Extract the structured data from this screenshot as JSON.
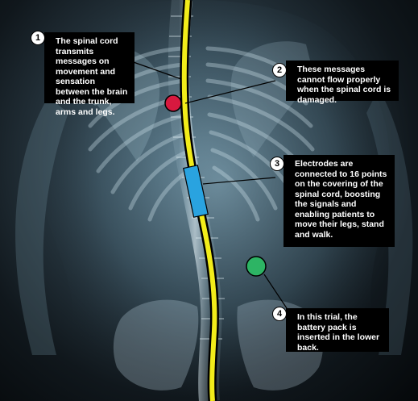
{
  "callouts": [
    {
      "number": "1",
      "text": "The spinal cord transmits messages on movement and sensation between the brain and the trunk, arms and legs."
    },
    {
      "number": "2",
      "text": "These messages cannot flow properly when the spinal cord is damaged."
    },
    {
      "number": "3",
      "text": "Electrodes are connected to 16 points on the covering of the spinal cord, boosting the signals and enabling patients to move their legs, stand and walk."
    },
    {
      "number": "4",
      "text": "In this trial, the battery pack is inserted in the lower back."
    }
  ],
  "colors": {
    "spinal_cord": "#f2ec1a",
    "damage_marker": "#d7193f",
    "electrode": "#29a3e0",
    "battery_pack": "#2db464",
    "callout_bg": "#000000"
  }
}
